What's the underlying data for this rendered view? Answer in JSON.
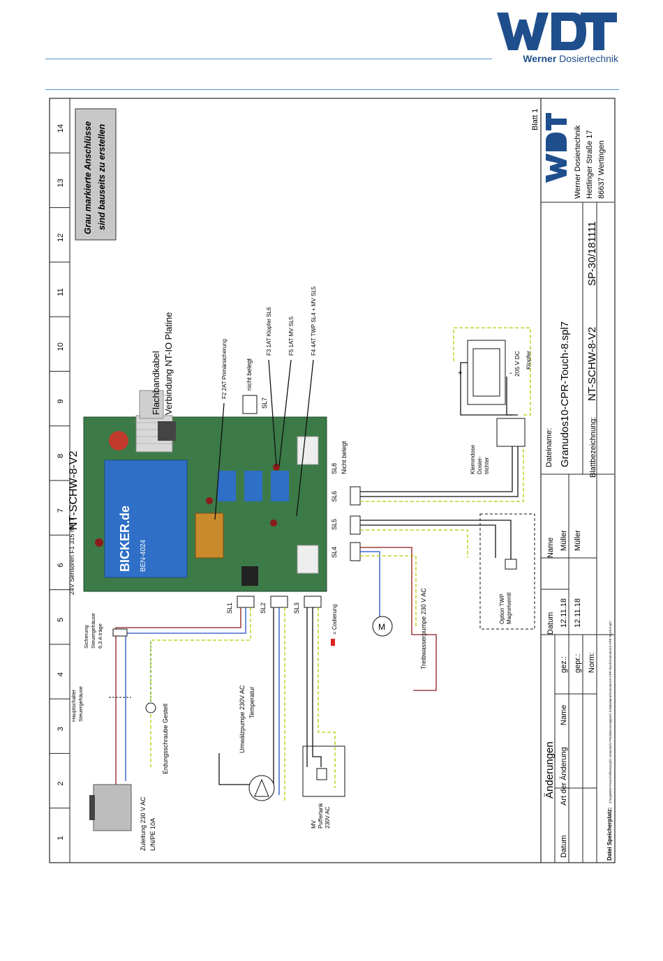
{
  "header": {
    "company_bold": "Werner",
    "company_rest": " Dosiertechnik"
  },
  "schematic": {
    "column_numbers": [
      "1",
      "2",
      "3",
      "4",
      "5",
      "6",
      "7",
      "8",
      "9",
      "10",
      "11",
      "12",
      "13",
      "14"
    ],
    "note_line1": "Grau markierte Anschlüsse",
    "note_line2": "sind bauseits zu erstellen",
    "board_title": "NT-SCHW-8-V2",
    "sensor_fuse": "24V Sensoren F1 315 mA T",
    "ribbon_line1": "Flachbandkabel",
    "ribbon_line2": "Verbindung NT-IO Platine",
    "fuse_f2": "F2 2AT Primärsicherung",
    "fuse_f3": "F3 1AT Klopfer SL6",
    "fuse_f5": "F5 1AT MV SL5",
    "fuse_f4": "F4 4AT TWP SL4 + MV SL5",
    "sl7_label": "SL7",
    "sl7_note": "nicht belegt",
    "sl8_label": "SL8",
    "sl8_note": "Nicht belegt",
    "sl6_label": "SL6",
    "sl5_label": "SL5",
    "sl4_label": "SL4",
    "sl1_label": "SL1",
    "sl2_label": "SL2",
    "sl3_label": "SL3",
    "coding": "= Codierung",
    "psu_brand": "BICKER.de",
    "psu_model": "BEN-4024",
    "fuse_housing_l1": "Sicherung",
    "fuse_housing_l2": "Steuergehäuse",
    "fuse_housing_l3": "6,3 A träge",
    "main_switch_l1": "Hauptschalter",
    "main_switch_l2": "Steuergehäuse",
    "earth_screw": "Erdungsschraube Gestell",
    "supply_l1": "Zuleitung 230 V AC",
    "supply_l2": "L/N/PE 10A",
    "circ_pump_l1": "Umwälzpumpe 230V AC",
    "circ_pump_l2": "Temperatur",
    "mv_buffer_l1": "MV",
    "mv_buffer_l2": "Puffertank",
    "mv_buffer_l3": "230V AC",
    "drive_pump": "Treibwasserpumpe 230 V AC",
    "option_l1": "Option TWP",
    "option_l2": "Magnetventil",
    "knocker_voltage": "205 V DC",
    "knocker": "Klopfer",
    "terminal_l1": "Klemmdose",
    "terminal_l2": "Dosier-",
    "terminal_l3": "trichter",
    "plus": "+",
    "minus": "-",
    "motor_symbol": "M"
  },
  "title_block": {
    "changes_title": "Änderungen",
    "col_datum": "Datum",
    "col_art": "Art der Änderung",
    "col_name": "Name",
    "col_datum2": "Datum",
    "col_name2": "Name",
    "row_gez": "gez.:",
    "row_gepr": "gepr.:",
    "row_norm": "Norm:",
    "gez_date": "12.11.18",
    "gez_name": "Müller",
    "gepr_date": "12.11.18",
    "gepr_name": "Müller",
    "dateiname_label": "Dateiname:",
    "dateiname": "Granudos10-CPR-Touch-8.spl7",
    "blatt_label": "Blattbezeichnung:",
    "blatt_value": "NT-SCHW-8-V2",
    "drawing_no": "SP-30/181111",
    "sheet_no": "Blatt 1",
    "addr_company": "Werner Dosiertechnik",
    "addr_street": "Hettlinger Straße 17",
    "addr_city": "86637 Wertingen",
    "storage_label": "Datei Speicherplatz:",
    "storage_path": "Z:\\orgaWDM Festschriftloesung\\01 Granudos\\2 Produktionsmappen\\4 Schaltplaene\\Granudos10-CPR-Touch\\Granudos10-CPR-Touch-8.spl7"
  }
}
